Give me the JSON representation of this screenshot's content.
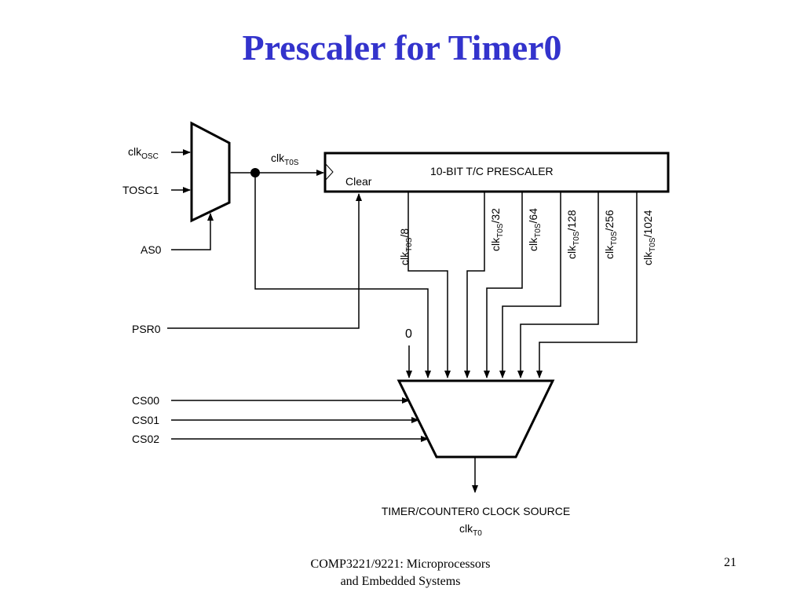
{
  "slide": {
    "title": "Prescaler for Timer0",
    "footer_line1": "COMP3221/9221: Microprocessors",
    "footer_line2": "and Embedded Systems",
    "page_number": "21"
  },
  "diagram": {
    "inputs": {
      "clk_osc_base": "clk",
      "clk_osc_sub": "OSC",
      "tosc1": "TOSC1",
      "as0": "AS0",
      "psr0": "PSR0",
      "zero": "0",
      "cs00": "CS00",
      "cs01": "CS01",
      "cs02": "CS02"
    },
    "clk_t0s_base": "clk",
    "clk_t0s_sub": "T0S",
    "prescaler": {
      "label": "10-BIT T/C PRESCALER",
      "clear_label": "Clear"
    },
    "taps": [
      {
        "base": "clk",
        "sub": "T0S",
        "div": "/8"
      },
      {
        "base": "clk",
        "sub": "T0S",
        "div": "/32"
      },
      {
        "base": "clk",
        "sub": "T0S",
        "div": "/64"
      },
      {
        "base": "clk",
        "sub": "T0S",
        "div": "/128"
      },
      {
        "base": "clk",
        "sub": "T0S",
        "div": "/256"
      },
      {
        "base": "clk",
        "sub": "T0S",
        "div": "/1024"
      }
    ],
    "output": {
      "label": "TIMER/COUNTER0 CLOCK SOURCE",
      "clk_base": "clk",
      "clk_sub": "T0"
    }
  }
}
